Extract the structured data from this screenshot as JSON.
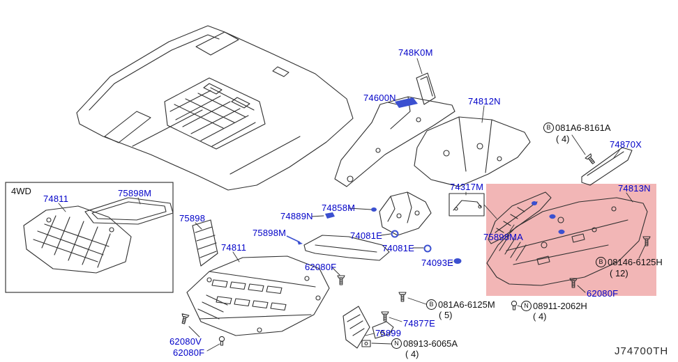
{
  "diagram": {
    "code": "J74700TH",
    "variant_label": "4WD",
    "colors": {
      "part_link": "#0000c8",
      "line_art": "#2e2e2e",
      "highlight_region": "#f2b6b6",
      "clip_highlight": "#3b50d0"
    }
  },
  "parts": {
    "p748K0M": {
      "text": "748K0M"
    },
    "p74600N": {
      "text": "74600N"
    },
    "p74812N": {
      "text": "74812N"
    },
    "p74870X": {
      "text": "74870X"
    },
    "p74811_4wd": {
      "text": "74811"
    },
    "p75898M_4wd": {
      "text": "75898M"
    },
    "p75898": {
      "text": "75898"
    },
    "p74317M": {
      "text": "74317M"
    },
    "p74858M": {
      "text": "74858M"
    },
    "p74889N": {
      "text": "74889N"
    },
    "p75898M_c": {
      "text": "75898M"
    },
    "p74081E_a": {
      "text": "74081E"
    },
    "p74081E_b": {
      "text": "74081E"
    },
    "p74811_c": {
      "text": "74811"
    },
    "p62080F_c": {
      "text": "62080F"
    },
    "p74093E": {
      "text": "74093E"
    },
    "p75898MA": {
      "text": "75898MA"
    },
    "p74813N": {
      "text": "74813N"
    },
    "p62080F_r": {
      "text": "62080F"
    },
    "p74877E": {
      "text": "74877E"
    },
    "p75899": {
      "text": "75899"
    },
    "p62080V": {
      "text": "62080V"
    },
    "p62080F_bl": {
      "text": "62080F"
    }
  },
  "fasteners": {
    "f8161A": {
      "prefix": "B",
      "code": "081A6-8161A",
      "qty": "( 4)"
    },
    "f6125H": {
      "prefix": "B",
      "code": "08146-6125H",
      "qty": "( 12)"
    },
    "f6125M": {
      "prefix": "B",
      "code": "081A6-6125M",
      "qty": "( 5)"
    },
    "f2062H": {
      "prefix": "N",
      "code": "08911-2062H",
      "qty": "( 4)"
    },
    "f6065A": {
      "prefix": "N",
      "code": "08913-6065A",
      "qty": "( 4)"
    }
  }
}
